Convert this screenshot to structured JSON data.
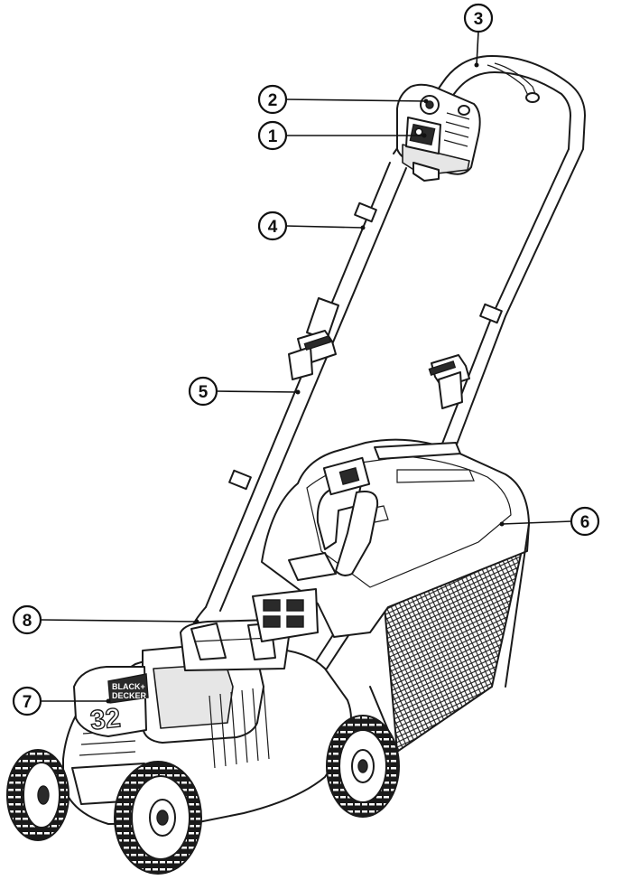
{
  "callouts": [
    {
      "id": "1",
      "label": "1"
    },
    {
      "id": "2",
      "label": "2"
    },
    {
      "id": "3",
      "label": "3"
    },
    {
      "id": "4",
      "label": "4"
    },
    {
      "id": "5",
      "label": "5"
    },
    {
      "id": "6",
      "label": "6"
    },
    {
      "id": "7",
      "label": "7"
    },
    {
      "id": "8",
      "label": "8"
    }
  ],
  "brand": {
    "logo_line1": "BLACK+",
    "logo_line2": "DECKER",
    "model_number": "32",
    "color_primary": "#1a1a1a",
    "color_background": "#ffffff"
  }
}
